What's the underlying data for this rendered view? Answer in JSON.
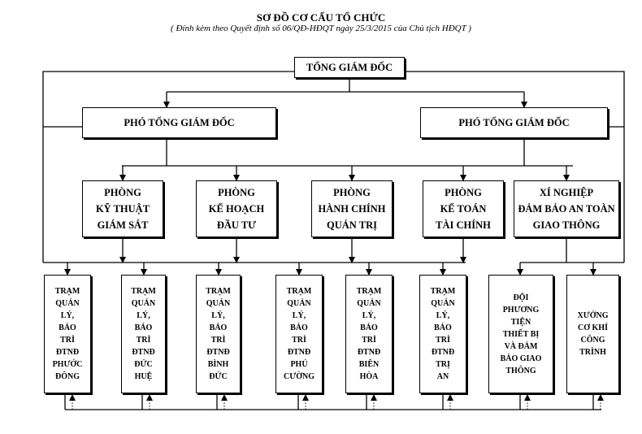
{
  "title": "SƠ ĐỒ CƠ CẤU TỔ CHỨC",
  "subtitle": "( Đính kèm theo Quyết định số 06/QĐ-HĐQT ngày 25/3/2015 của Chủ tịch HĐQT )",
  "general_director": "TỔNG GIÁM ĐỐC",
  "deputy_left": "PHÓ TỔNG GIÁM ĐỐC",
  "deputy_right": "PHÓ TỔNG GIÁM ĐỐC",
  "departments": [
    {
      "lines": [
        "PHÒNG",
        "KỸ THUẬT",
        "GIÁM SÁT"
      ]
    },
    {
      "lines": [
        "PHÒNG",
        "KẾ HOẠCH",
        "ĐẦU TƯ"
      ]
    },
    {
      "lines": [
        "PHÒNG",
        "HÀNH CHÍNH",
        "QUẢN TRỊ"
      ]
    },
    {
      "lines": [
        "PHÒNG",
        "KẾ TOÁN",
        "TÀI CHÍNH"
      ]
    },
    {
      "lines": [
        "XÍ NGHIỆP",
        "ĐẢM BẢO AN TOÀN",
        "GIAO THÔNG"
      ]
    }
  ],
  "units": [
    {
      "lines": [
        "TRẠM",
        "QUẢN",
        "LÝ,",
        "BẢO",
        "TRÌ",
        "ĐTNĐ",
        "PHƯỚC",
        "ĐÔNG"
      ]
    },
    {
      "lines": [
        "TRẠM",
        "QUẢN",
        "LÝ,",
        "BẢO",
        "TRÌ",
        "ĐTNĐ",
        "ĐỨC",
        "HUỆ"
      ]
    },
    {
      "lines": [
        "TRẠM",
        "QUẢN",
        "LÝ,",
        "BẢO",
        "TRÌ",
        "ĐTNĐ",
        "BÌNH",
        "ĐỨC"
      ]
    },
    {
      "lines": [
        "TRẠM",
        "QUẢN",
        "LÝ,",
        "BẢO",
        "TRÌ",
        "ĐTNĐ",
        "PHÚ",
        "CƯỜNG"
      ]
    },
    {
      "lines": [
        "TRẠM",
        "QUẢN",
        "LÝ,",
        "BẢO",
        "TRÌ",
        "ĐTNĐ",
        "BIÊN",
        "HÒA"
      ]
    },
    {
      "lines": [
        "TRẠM",
        "QUẢN",
        "LÝ,",
        "BẢO",
        "TRÌ",
        "ĐTNĐ",
        "TRỊ",
        "AN"
      ]
    },
    {
      "lines": [
        "ĐỘI",
        "PHƯƠNG",
        "TIỆN",
        "THIẾT BỊ",
        "VÀ ĐẢM",
        "BẢO GIAO",
        "THÔNG"
      ]
    },
    {
      "lines": [
        "XƯỞNG",
        "CƠ KHÍ",
        "CÔNG",
        "TRÌNH"
      ]
    }
  ]
}
